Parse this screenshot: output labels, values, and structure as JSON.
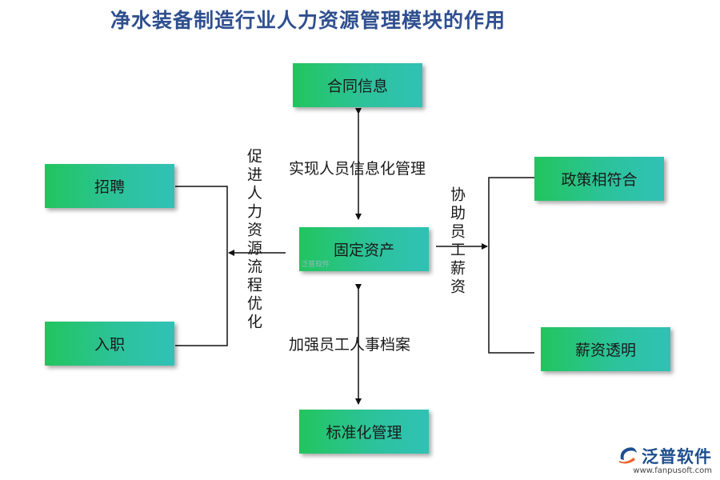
{
  "title": "净水装备制造行业人力资源管理模块的作用",
  "nodes": {
    "top": "合同信息",
    "center": "固定资产",
    "bottom": "标准化管理",
    "left_top": "招聘",
    "left_bottom": "入职",
    "right_top": "政策相符合",
    "right_bottom": "薪资透明"
  },
  "labels": {
    "top_edge": "实现人员信息化管理",
    "bottom_edge": "加强员工人事档案",
    "left_edge": "促进人力资源流程优化",
    "right_edge": "协助员工薪资"
  },
  "watermark": "泛普软件",
  "logo": {
    "name": "泛普软件",
    "url": "www.fanpusoft.com",
    "icon": "fanpu-logo-icon"
  },
  "colors": {
    "box_gradient_start": "#22c45e",
    "box_gradient_end": "#30c1b6",
    "title": "#2f4f8f",
    "logo": "#1d4e8f"
  }
}
